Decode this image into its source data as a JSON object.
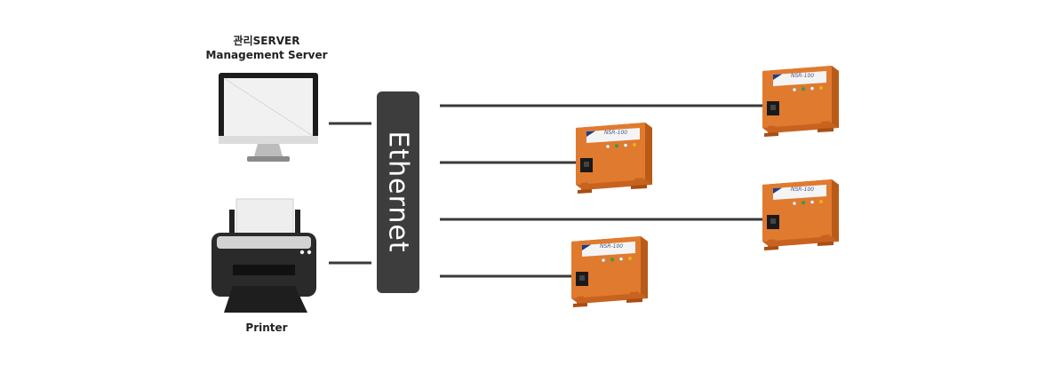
{
  "server": {
    "label_ko": "관리SERVER",
    "label_en": "Management Server",
    "icon": "desktop-monitor-icon"
  },
  "printer": {
    "label": "Printer",
    "icon": "printer-icon"
  },
  "switch": {
    "label": "Ethernet",
    "color": "#3d3d3d"
  },
  "device": {
    "model": "NSR-100",
    "color": "#e07a2e",
    "count": 4
  },
  "colors": {
    "line": "#3a3a3a",
    "cabinet": "#e07a2e",
    "cabinet_dark": "#b85a18",
    "switch": "#3d3d3d"
  }
}
